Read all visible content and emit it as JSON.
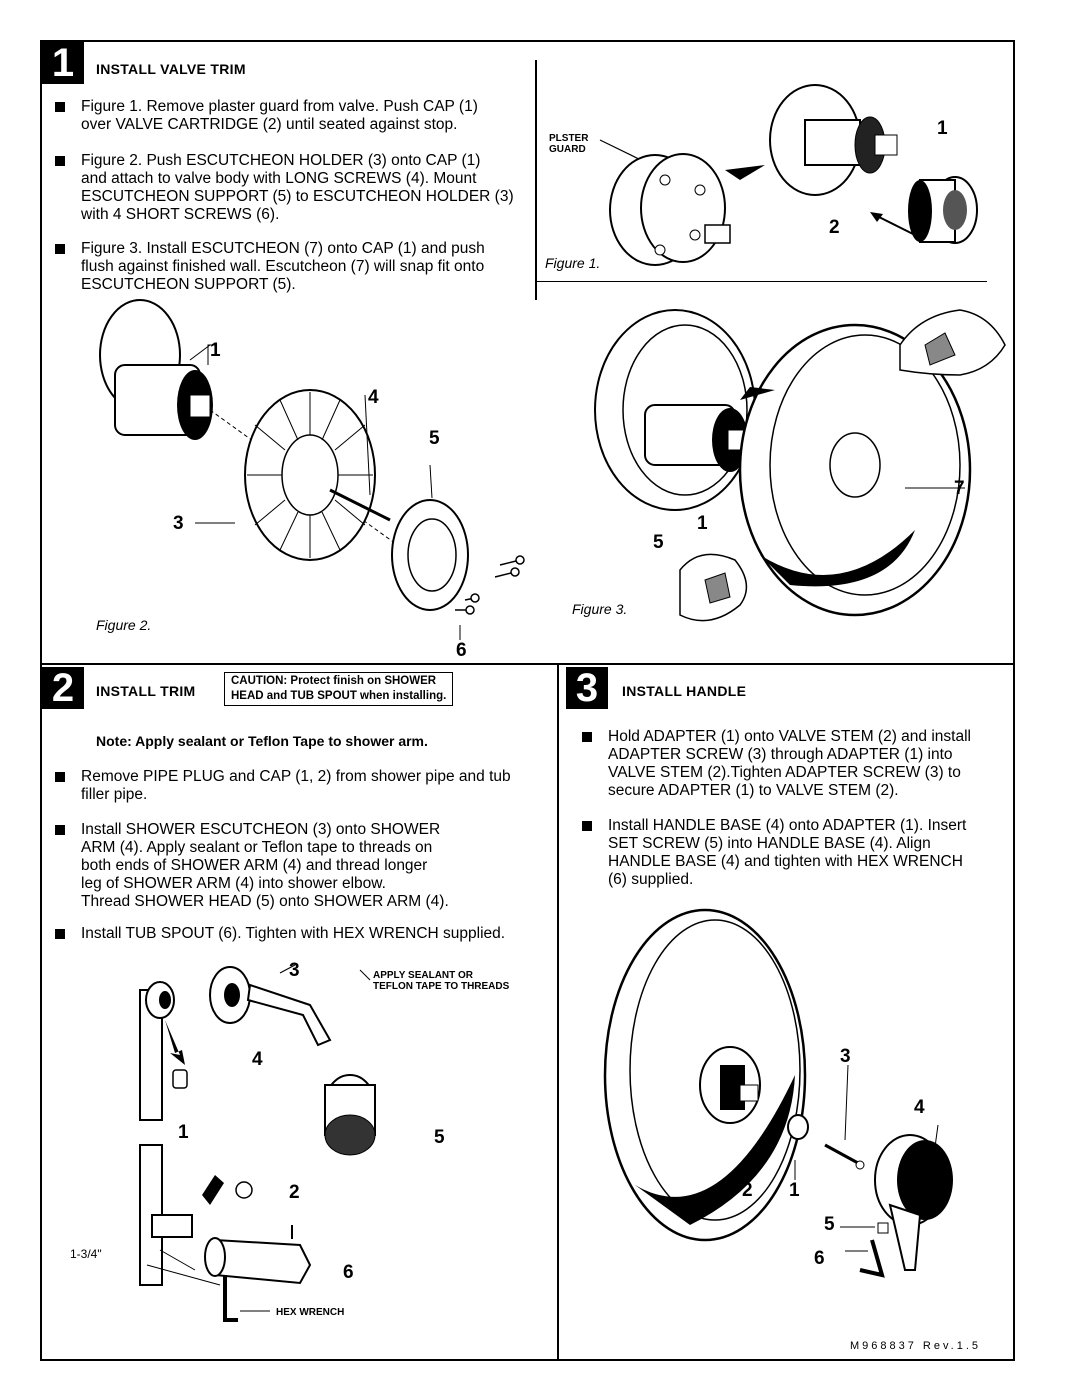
{
  "section1": {
    "number": "1",
    "heading": "INSTALL VALVE TRIM",
    "paragraphs": [
      [
        "Figure 1. Remove plaster guard from valve. Push CAP (1)",
        "over VALVE CARTRIDGE (2) until seated against stop."
      ],
      [
        "Figure 2. Push ESCUTCHEON HOLDER (3) onto CAP (1)",
        "and attach to valve body with LONG SCREWS (4). Mount",
        "ESCUTCHEON SUPPORT (5) to ESCUTCHEON HOLDER (3)",
        "with 4 SHORT SCREWS (6)."
      ],
      [
        "Figure 3. Install ESCUTCHEON (7) onto CAP (1) and push",
        "flush against finished wall. Escutcheon (7) will snap fit onto",
        "ESCUTCHEON SUPPORT (5)."
      ]
    ],
    "figure1": {
      "label": "Figure 1.",
      "plaster_guard_1": "PLSTER",
      "plaster_guard_2": "GUARD",
      "callouts": [
        "1",
        "2"
      ]
    },
    "figure2": {
      "label": "Figure 2.",
      "callouts": [
        "1",
        "4",
        "5",
        "3",
        "6"
      ]
    },
    "figure3": {
      "label": "Figure 3.",
      "callouts": [
        "7",
        "5",
        "1"
      ]
    }
  },
  "section2": {
    "number": "2",
    "heading": "INSTALL TRIM",
    "caution_1": "CAUTION: Protect finish on SHOWER",
    "caution_2": "HEAD and TUB SPOUT when installing.",
    "note": "Note: Apply sealant or Teflon Tape to shower arm.",
    "paragraphs": [
      [
        "Remove PIPE PLUG and CAP (1, 2) from shower pipe and tub",
        "filler pipe."
      ],
      [
        "Install SHOWER ESCUTCHEON (3) onto SHOWER",
        "ARM (4). Apply sealant or Teflon tape to threads on",
        "both ends of SHOWER ARM (4) and thread longer",
        "leg of SHOWER ARM (4) into shower elbow.",
        "Thread SHOWER HEAD (5) onto SHOWER ARM (4)."
      ],
      [
        "Install TUB SPOUT (6). Tighten with HEX WRENCH supplied."
      ]
    ],
    "sealant_1": "APPLY SEALANT OR",
    "sealant_2": "TEFLON TAPE TO THREADS",
    "hex_wrench": "HEX WRENCH",
    "dimension": "1-3/4\"",
    "callouts": [
      "3",
      "4",
      "1",
      "5",
      "2",
      "6"
    ]
  },
  "section3": {
    "number": "3",
    "heading": "INSTALL HANDLE",
    "paragraphs": [
      [
        "Hold ADAPTER (1) onto VALVE STEM (2) and install",
        "ADAPTER SCREW (3) through ADAPTER (1) into",
        "VALVE STEM (2).Tighten ADAPTER SCREW (3) to",
        "secure ADAPTER (1) to VALVE STEM (2)."
      ],
      [
        "Install HANDLE BASE (4) onto ADAPTER (1). Insert",
        "SET SCREW (5) into HANDLE BASE (4). Align",
        "HANDLE BASE (4) and tighten with HEX WRENCH",
        "(6) supplied."
      ]
    ],
    "callouts": [
      "3",
      "4",
      "2",
      "1",
      "5",
      "6"
    ]
  },
  "revision": "M968837 Rev.1.5"
}
